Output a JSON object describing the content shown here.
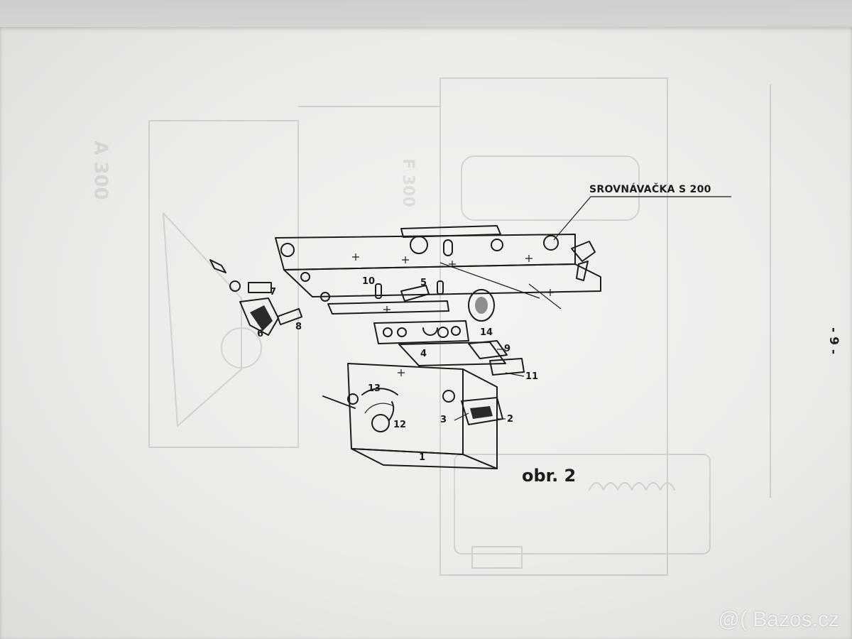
{
  "document": {
    "title_label": "SROVNÁVAČKA S 200",
    "figure_label": "obr. 2",
    "page_number": "- 9 -",
    "ghost_labels": [
      "A 300",
      "F 300"
    ],
    "part_numbers": [
      "1",
      "2",
      "3",
      "4",
      "5",
      "6",
      "7",
      "8",
      "9",
      "10",
      "11",
      "12",
      "13",
      "14"
    ]
  },
  "watermark": {
    "text": "@( Bazos.cz"
  }
}
